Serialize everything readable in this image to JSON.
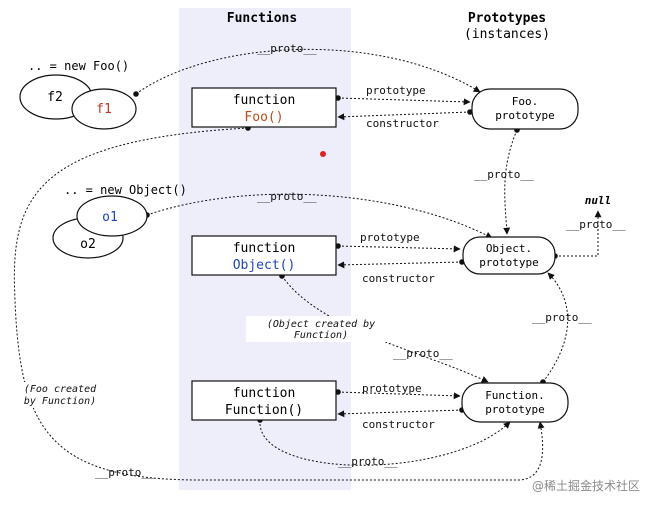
{
  "headers": {
    "functions": "Functions",
    "prototypes_line1": "Prototypes",
    "prototypes_line2": "(instances)"
  },
  "instances": {
    "foo_caption": ".. = new Foo()",
    "f2": "f2",
    "f1": "f1",
    "object_caption": ".. = new Object()",
    "o1": "o1",
    "o2": "o2"
  },
  "functions": {
    "foo_keyword": "function",
    "foo_name": "Foo()",
    "object_keyword": "function",
    "object_name": "Object()",
    "function_keyword": "function",
    "function_name": "Function()"
  },
  "prototypes": {
    "foo_line1": "Foo.",
    "foo_line2": "prototype",
    "object_line1": "Object.",
    "object_line2": "prototype",
    "function_line1": "Function.",
    "function_line2": "prototype"
  },
  "null_label": "null",
  "edge_labels": {
    "proto": "__proto__",
    "prototype": "prototype",
    "constructor": "constructor"
  },
  "annotations": {
    "object_created_line1": "(Object created by",
    "object_created_line2": "Function)",
    "foo_created_line1": "(Foo created",
    "foo_created_line2": "by Function)"
  },
  "watermark": "@稀土掘金技术社区",
  "colors": {
    "functions_band": "#eeeefb",
    "f1_text": "#cc3322",
    "foo_name_text": "#c04a1a",
    "o1_text": "#2244bb",
    "object_name_text": "#2244bb",
    "stroke": "#111111",
    "red_dot": "#dd2222"
  }
}
